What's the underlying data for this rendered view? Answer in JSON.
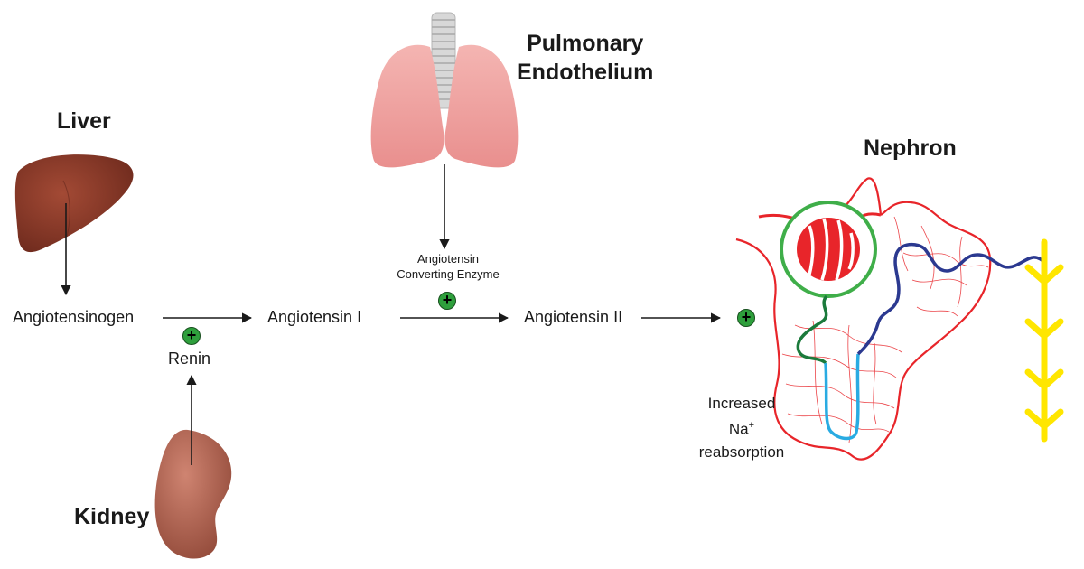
{
  "organs": {
    "liver": "Liver",
    "kidney": "Kidney",
    "pulmonary_line1": "Pulmonary",
    "pulmonary_line2": "Endothelium",
    "nephron": "Nephron"
  },
  "molecules": {
    "angiotensinogen": "Angiotensinogen",
    "angiotensin_1": "Angiotensin I",
    "angiotensin_2": "Angiotensin II"
  },
  "enzymes": {
    "renin": "Renin",
    "ace_line1": "Angiotensin",
    "ace_line2": "Converting Enzyme"
  },
  "effect": {
    "line1": "Increased",
    "line2_base": "Na",
    "line2_sup": "+",
    "line3": "reabsorption"
  },
  "symbols": {
    "stimulate": "+"
  },
  "colors": {
    "liver": "#8e3b2a",
    "kidney": "#b4604e",
    "lung": "#f1a3a3",
    "trachea": "#d6d6d6",
    "capillary": "#e8252a",
    "glomerulus_capsule": "#3fae49",
    "distal_tubule": "#2b3990",
    "proximal_tubule": "#1b7a3b",
    "loop_of_henle": "#29abe2",
    "collecting_duct": "#ffe600",
    "stimulate_badge": "#2e9f3c"
  }
}
